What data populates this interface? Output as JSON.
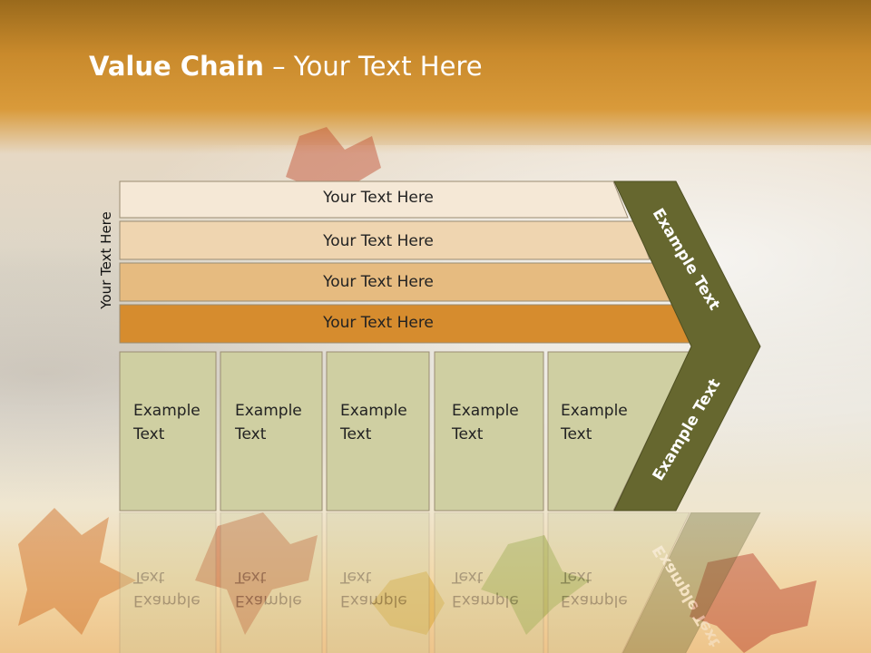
{
  "title": {
    "bold": "Value Chain",
    "rest": " – Your Text Here"
  },
  "y_label": "Your Text Here",
  "rows": [
    {
      "label": "Your Text Here",
      "color": "#f5e8d6"
    },
    {
      "label": "Your Text Here",
      "color": "#efd5b0"
    },
    {
      "label": "Your Text Here",
      "color": "#e6bb80"
    },
    {
      "label": "Your Text Here",
      "color": "#d68c2e"
    }
  ],
  "cells": [
    {
      "line1": "Example",
      "line2": "Text"
    },
    {
      "line1": "Example",
      "line2": "Text"
    },
    {
      "line1": "Example",
      "line2": "Text"
    },
    {
      "line1": "Example",
      "line2": "Text"
    },
    {
      "line1": "Example",
      "line2": "Text"
    }
  ],
  "chevron": {
    "upper": "Example Text",
    "lower": "Example Text",
    "color": "#66672f"
  },
  "cell_color": "#cfcfa2"
}
